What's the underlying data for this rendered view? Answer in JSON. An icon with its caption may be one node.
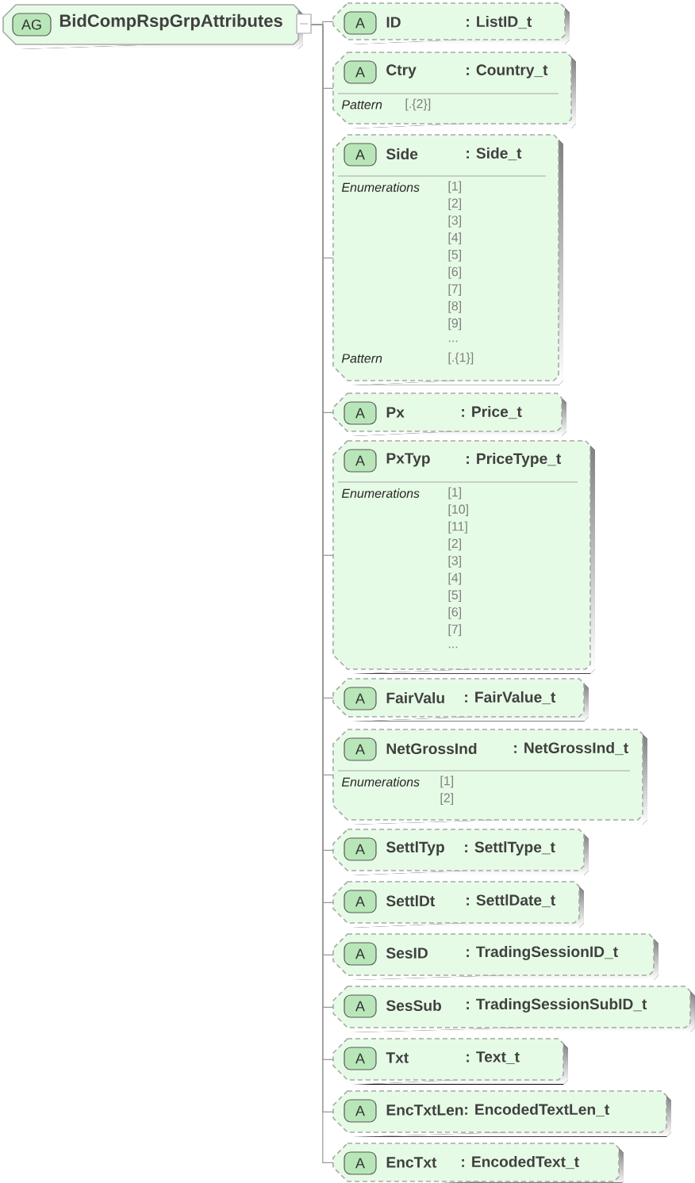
{
  "diagram": {
    "nodes": [
      {
        "text": [
          "AG",
          "BidCompRspGrpAttributes"
        ]
      },
      {
        "text": [
          "A",
          "ID",
          ": ListID_t"
        ]
      },
      {
        "text": [
          "A",
          "Ctry",
          ": Country_t",
          "Pattern",
          "[.{2}]"
        ]
      },
      {
        "text": [
          "A",
          "Side",
          ": Side_t",
          "Enumerations",
          "[1]",
          "[2]",
          "[3]",
          "[4]",
          "[5]",
          "[6]",
          "[7]",
          "[8]",
          "[9]",
          "...",
          "Pattern",
          "[.{1}]"
        ]
      },
      {
        "text": [
          "A",
          "Px",
          ": Price_t"
        ]
      },
      {
        "text": [
          "A",
          "PxTyp",
          ": PriceType_t",
          "Enumerations",
          "[1]",
          "[10]",
          "[11]",
          "[2]",
          "[3]",
          "[4]",
          "[5]",
          "[6]",
          "[7]",
          "..."
        ]
      },
      {
        "text": [
          "A",
          "FairValu",
          ": FairValue_t"
        ]
      },
      {
        "text": [
          "A",
          "NetGrossInd",
          ": NetGrossInd_t",
          "Enumerations",
          "[1]",
          "[2]"
        ]
      },
      {
        "text": [
          "A",
          "SettlTyp",
          ": SettlType_t"
        ]
      },
      {
        "text": [
          "A",
          "SettlDt",
          ": SettlDate_t"
        ]
      },
      {
        "text": [
          "A",
          "SesID",
          ": TradingSessionID_t"
        ]
      },
      {
        "text": [
          "A",
          "SesSub",
          ": TradingSessionSubID_t"
        ]
      },
      {
        "text": [
          "A",
          "Txt",
          ": Text_t"
        ]
      },
      {
        "text": [
          "A",
          "EncTxtLen",
          ": EncodedTextLen_t"
        ]
      },
      {
        "text": [
          "A",
          "EncTxt",
          ": EncodedText_t"
        ]
      }
    ],
    "edges": [
      {
        "from": 0,
        "to": 1,
        "arrow": "none"
      },
      {
        "from": 0,
        "to": 2,
        "arrow": "none"
      },
      {
        "from": 0,
        "to": 3,
        "arrow": "none"
      },
      {
        "from": 0,
        "to": 4,
        "arrow": "none"
      },
      {
        "from": 0,
        "to": 5,
        "arrow": "none"
      },
      {
        "from": 0,
        "to": 6,
        "arrow": "none"
      },
      {
        "from": 0,
        "to": 7,
        "arrow": "none"
      },
      {
        "from": 0,
        "to": 8,
        "arrow": "none"
      },
      {
        "from": 0,
        "to": 9,
        "arrow": "none"
      },
      {
        "from": 0,
        "to": 10,
        "arrow": "none"
      },
      {
        "from": 0,
        "to": 11,
        "arrow": "none"
      },
      {
        "from": 0,
        "to": 12,
        "arrow": "none"
      },
      {
        "from": 0,
        "to": 13,
        "arrow": "none"
      },
      {
        "from": 0,
        "to": 14,
        "arrow": "none"
      }
    ]
  }
}
